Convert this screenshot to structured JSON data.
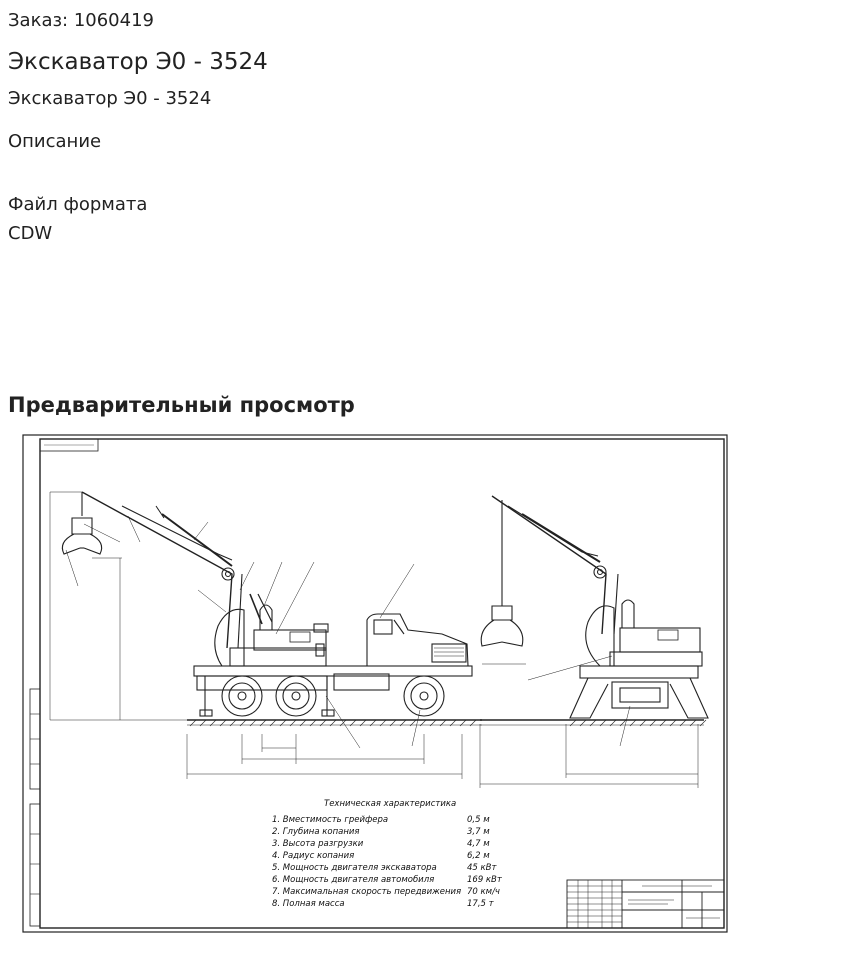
{
  "order": {
    "text": "Заказ: 1060419"
  },
  "title": "Экскаватор Э0 - 3524",
  "subtitle": "Экскаватор Э0 - 3524",
  "description": {
    "heading": "Описание"
  },
  "file_format": {
    "label": "Файл формата",
    "value": "CDW"
  },
  "preview": {
    "heading": "Предварительный просмотр",
    "spec_title": "Техническая характеристика",
    "specs": [
      {
        "label": "1. Вместимость грейфера",
        "value": "0,5 м"
      },
      {
        "label": "2. Глубина копания",
        "value": "3,7 м"
      },
      {
        "label": "3. Высота разгрузки",
        "value": "4,7 м"
      },
      {
        "label": "4. Радиус копания",
        "value": "6,2 м"
      },
      {
        "label": "5. Мощность двигателя экскаватора",
        "value": "45 кВт"
      },
      {
        "label": "6. Мощность двигателя автомобиля",
        "value": "169 кВт"
      },
      {
        "label": "7. Максимальная скорость передвижения",
        "value": "70 км/ч"
      },
      {
        "label": "8. Полная масса",
        "value": "17,5 т"
      }
    ]
  }
}
